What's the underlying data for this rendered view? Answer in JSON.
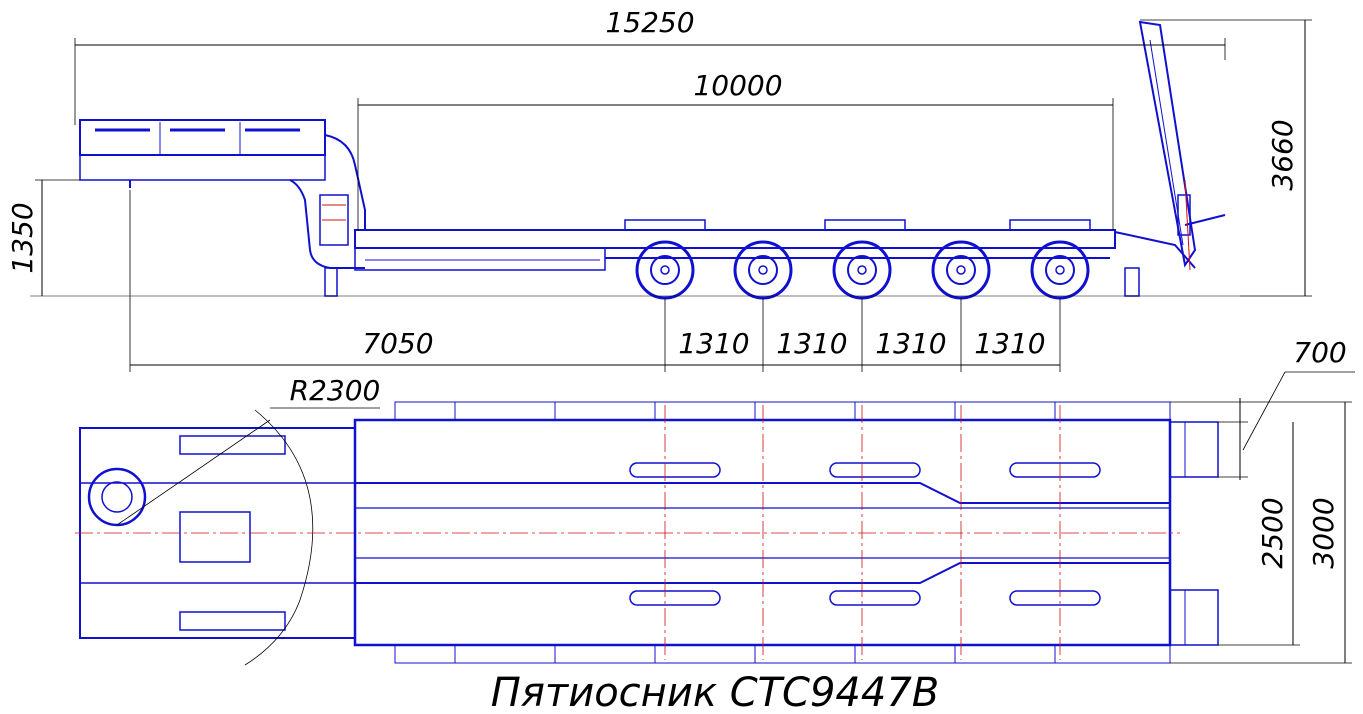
{
  "colors": {
    "outline": "#1010d0",
    "dimension": "#000000",
    "centerline": "#d01010",
    "background": "#ffffff"
  },
  "dimensions": {
    "overall_length": "15250",
    "platform_length": "10000",
    "overall_height": "3660",
    "deck_height": "1350",
    "kingpin_to_axle": "7050",
    "axle_spacing": [
      "1310",
      "1310",
      "1310",
      "1310"
    ],
    "turning_radius": "R2300",
    "ramp_width": "700",
    "track_width": "2500",
    "overall_width": "3000"
  },
  "title": "Пятиосник СТС9447В"
}
